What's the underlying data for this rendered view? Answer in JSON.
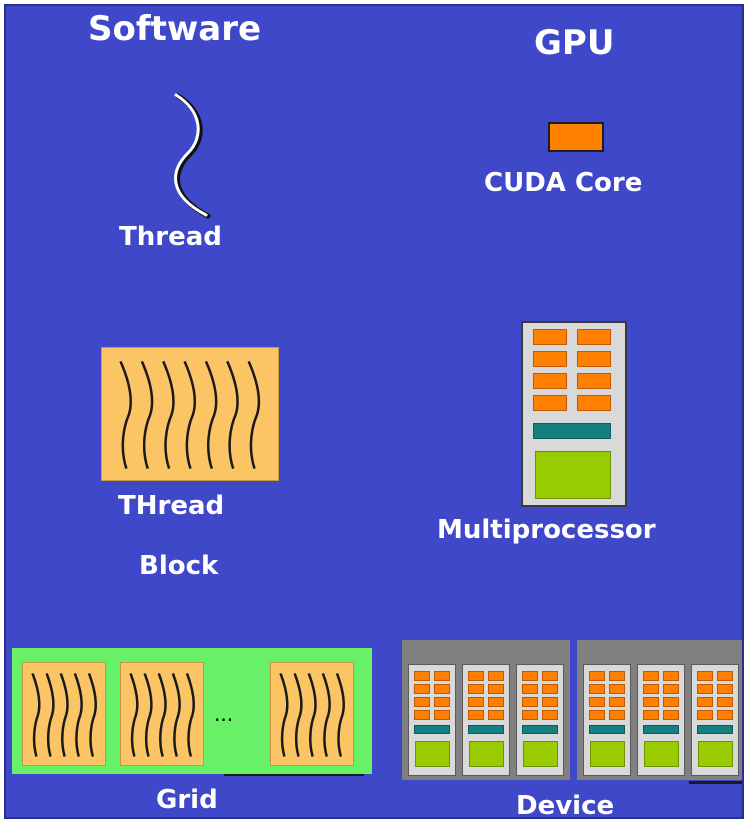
{
  "software": {
    "heading": "Software",
    "thread_label": "Thread",
    "block_label_1": "THread",
    "block_label_2": "Block",
    "grid_label": "Grid",
    "grid_ellipsis": "..."
  },
  "gpu": {
    "heading": "GPU",
    "core_label": "CUDA Core",
    "mp_label": "Multiprocessor",
    "device_label": "Device"
  },
  "colors": {
    "background": "#3f48c8",
    "thread_block": "#fbc566",
    "grid_background": "#68f068",
    "cuda_core": "#ff8000",
    "shared_memory": "#168080",
    "sm_memory": "#99cc00",
    "sm_body": "#d9d9d9",
    "device_panel": "#808080"
  }
}
